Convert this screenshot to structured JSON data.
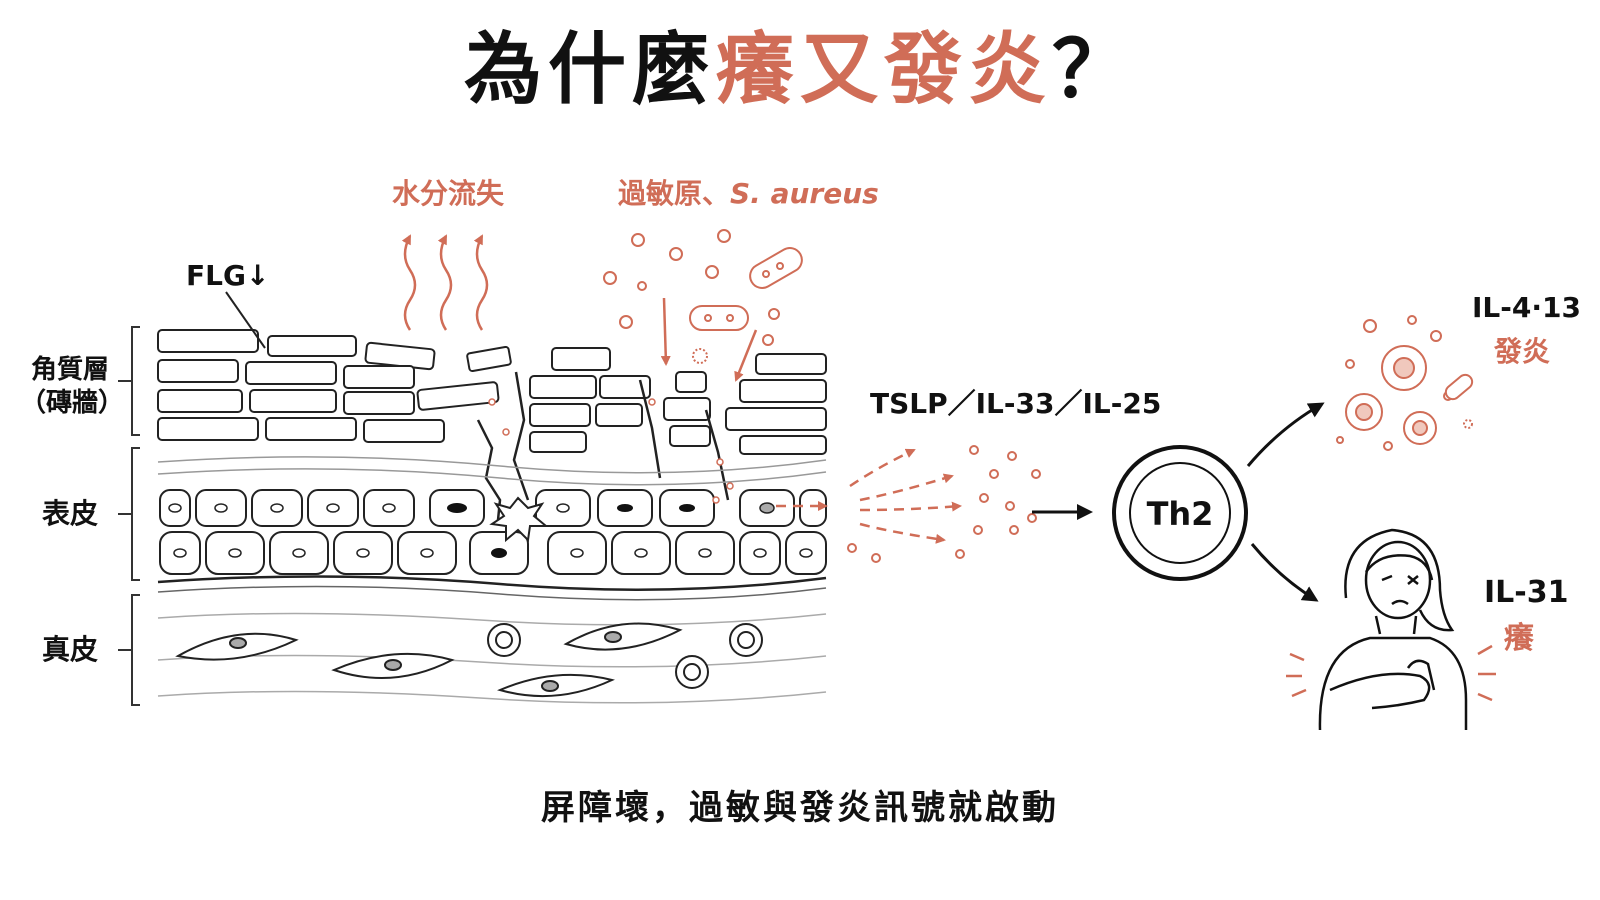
{
  "title": {
    "dark": "為什麼",
    "red": "癢又發炎",
    "q": "？"
  },
  "labels": {
    "water_loss": "水分流失",
    "allergen_prefix": "過敏原、",
    "allergen_italic": "S. aureus",
    "flg": "FLG↓",
    "stratum_corneum_1": "角質層",
    "stratum_corneum_2": "（磚牆）",
    "epidermis": "表皮",
    "dermis": "真皮",
    "cytokines": "TSLP／IL-33／IL-25",
    "th2": "Th2",
    "il413": "IL-4·13",
    "inflammation": "發炎",
    "il31": "IL-31",
    "itch": "癢"
  },
  "caption": "屏障壞，過敏與發炎訊號就啟動",
  "colors": {
    "accent": "#d06d57",
    "ink": "#111111",
    "light_ink": "#888888"
  }
}
